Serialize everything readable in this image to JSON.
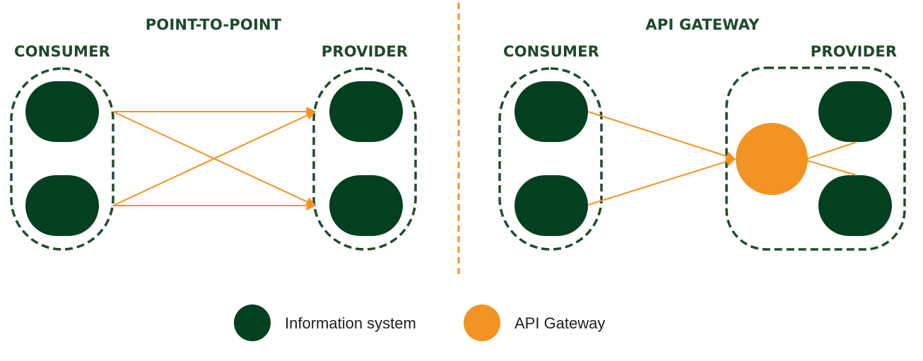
{
  "colors": {
    "system": "#02401f",
    "gateway": "#f39323",
    "arrow": "#f39323",
    "dashed_border": "#1f4d2b",
    "divider": "#f39323",
    "heading_text": "#1d4a2a",
    "legend_text": "#1e1e1e"
  },
  "left_panel": {
    "title": "POINT-TO-POINT",
    "consumer_label": "CONSUMER",
    "provider_label": "PROVIDER"
  },
  "right_panel": {
    "title": "API GATEWAY",
    "consumer_label": "CONSUMER",
    "provider_label": "PROVIDER"
  },
  "legend": {
    "system_label": "Information system",
    "gateway_label": "API Gateway"
  }
}
